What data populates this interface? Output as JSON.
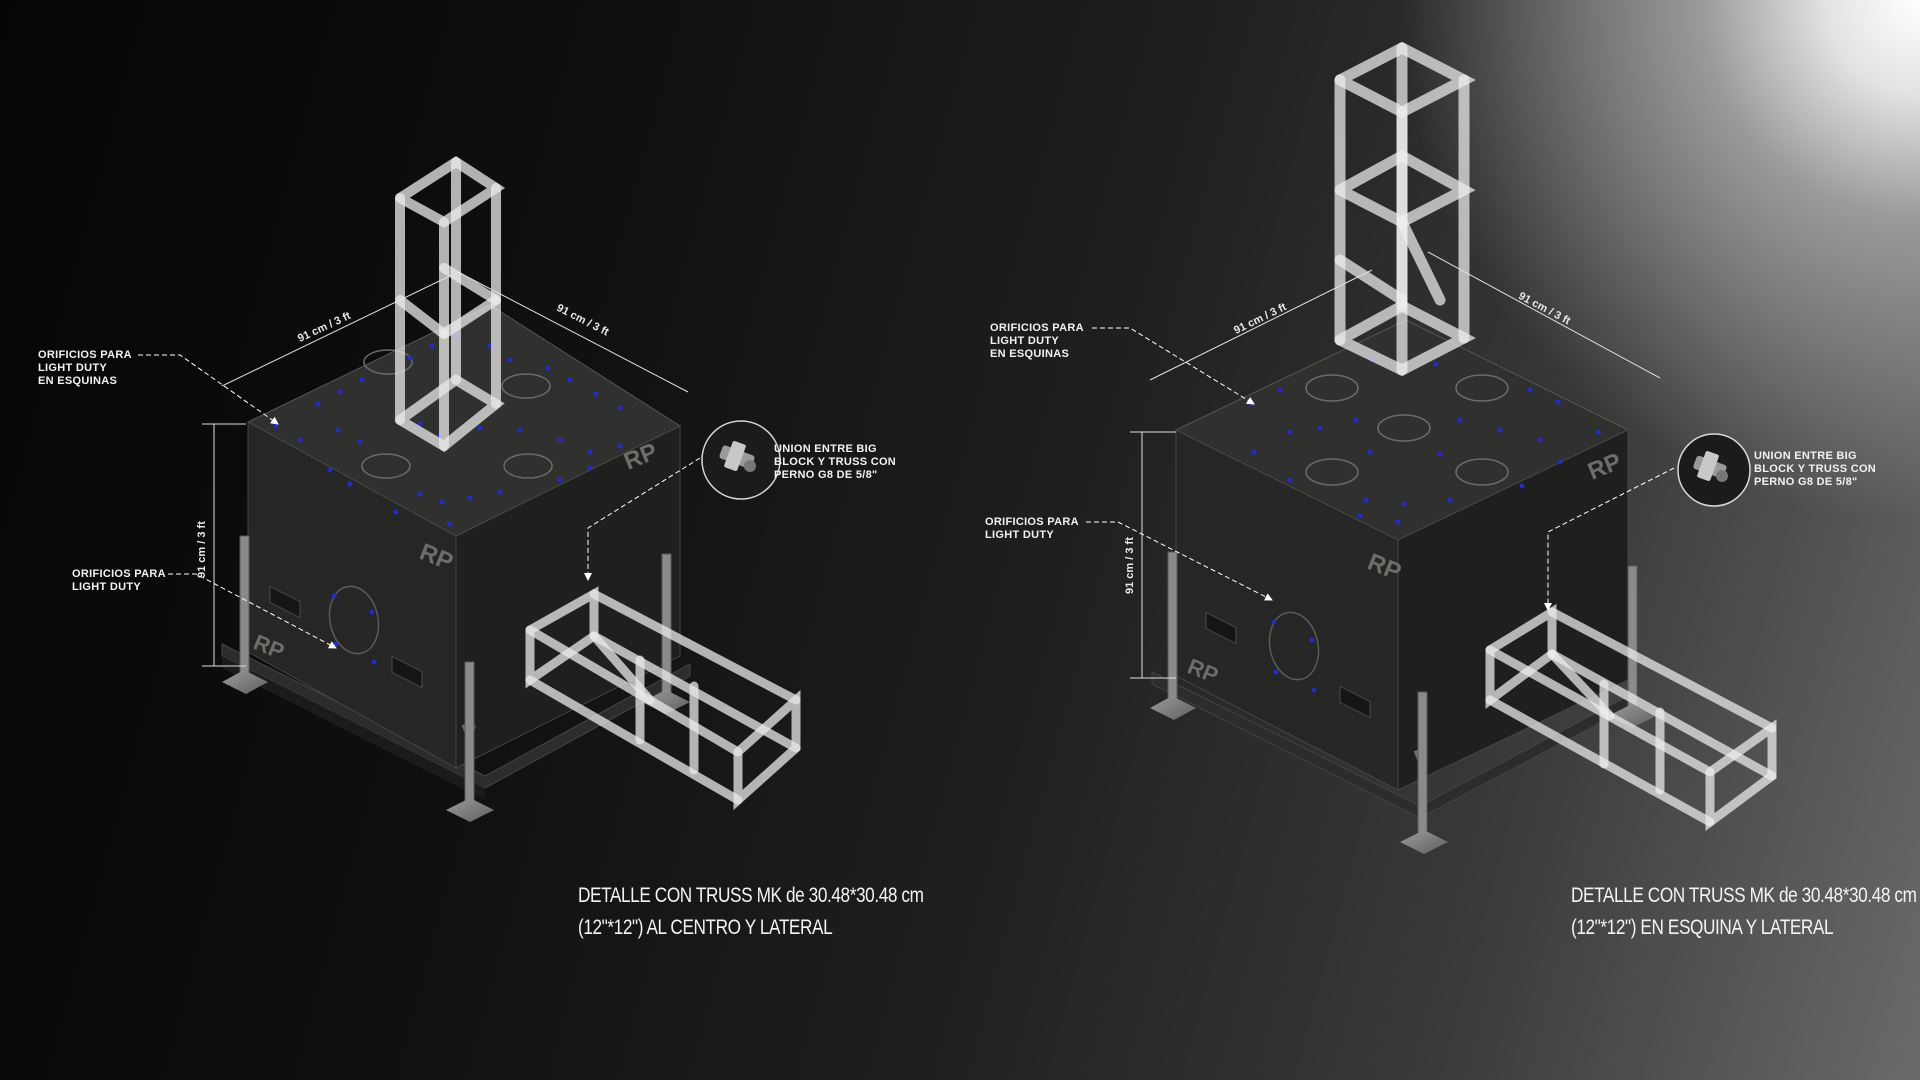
{
  "left": {
    "dim_top_left": "91 cm / 3 ft",
    "dim_top_right": "91 cm / 3 ft",
    "dim_vertical": "91 cm / 3 ft",
    "label_corner_holes": [
      "ORIFICIOS PARA",
      "LIGHT DUTY",
      "EN ESQUINAS"
    ],
    "label_side_holes": [
      "ORIFICIOS PARA",
      "LIGHT DUTY"
    ],
    "label_union": [
      "UNION ENTRE BIG",
      "BLOCK Y TRUSS CON",
      "PERNO G8 DE 5/8\""
    ],
    "caption": [
      "DETALLE CON TRUSS MK de 30.48*30.48 cm",
      "(12\"*12\") AL CENTRO Y LATERAL"
    ],
    "logo": "RP"
  },
  "right": {
    "dim_top_left": "91 cm / 3 ft",
    "dim_top_right": "91 cm / 3 ft",
    "dim_vertical": "91 cm / 3 ft",
    "label_corner_holes": [
      "ORIFICIOS PARA",
      "LIGHT DUTY",
      "EN ESQUINAS"
    ],
    "label_side_holes": [
      "ORIFICIOS PARA",
      "LIGHT DUTY"
    ],
    "label_union": [
      "UNION ENTRE BIG",
      "BLOCK Y TRUSS CON",
      "PERNO G8 DE 5/8\""
    ],
    "caption": [
      "DETALLE CON TRUSS MK de 30.48*30.48 cm",
      "(12\"*12\") EN ESQUINA Y LATERAL"
    ],
    "logo": "RP"
  },
  "colors": {
    "hole_blue": "#1f2bd6",
    "box_top": "#2f302e",
    "box_left": "#262725",
    "box_right": "#1e1f1d",
    "truss": "#e9e9e9"
  }
}
